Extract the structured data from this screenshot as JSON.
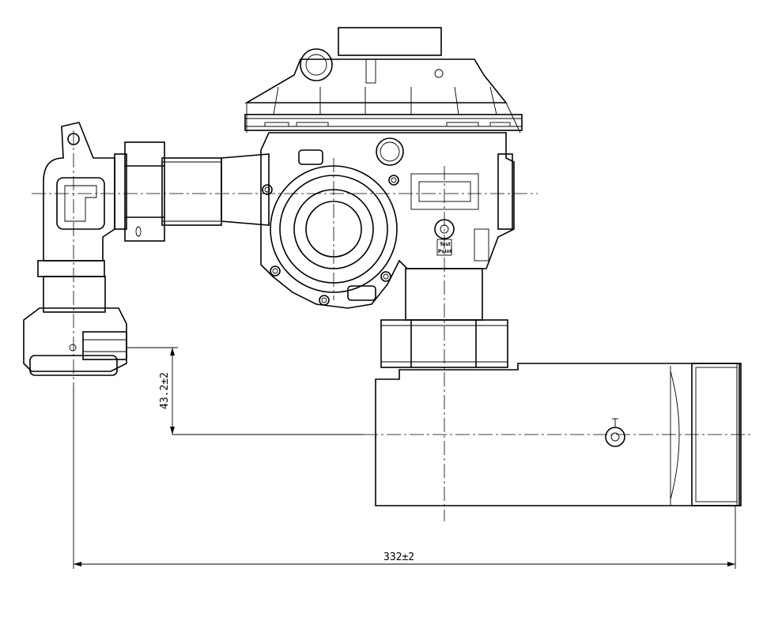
{
  "dimensions": {
    "height_label": "43.2±2",
    "width_label": "332±2"
  },
  "test_point": {
    "line1": "Test",
    "line2": "Point"
  }
}
